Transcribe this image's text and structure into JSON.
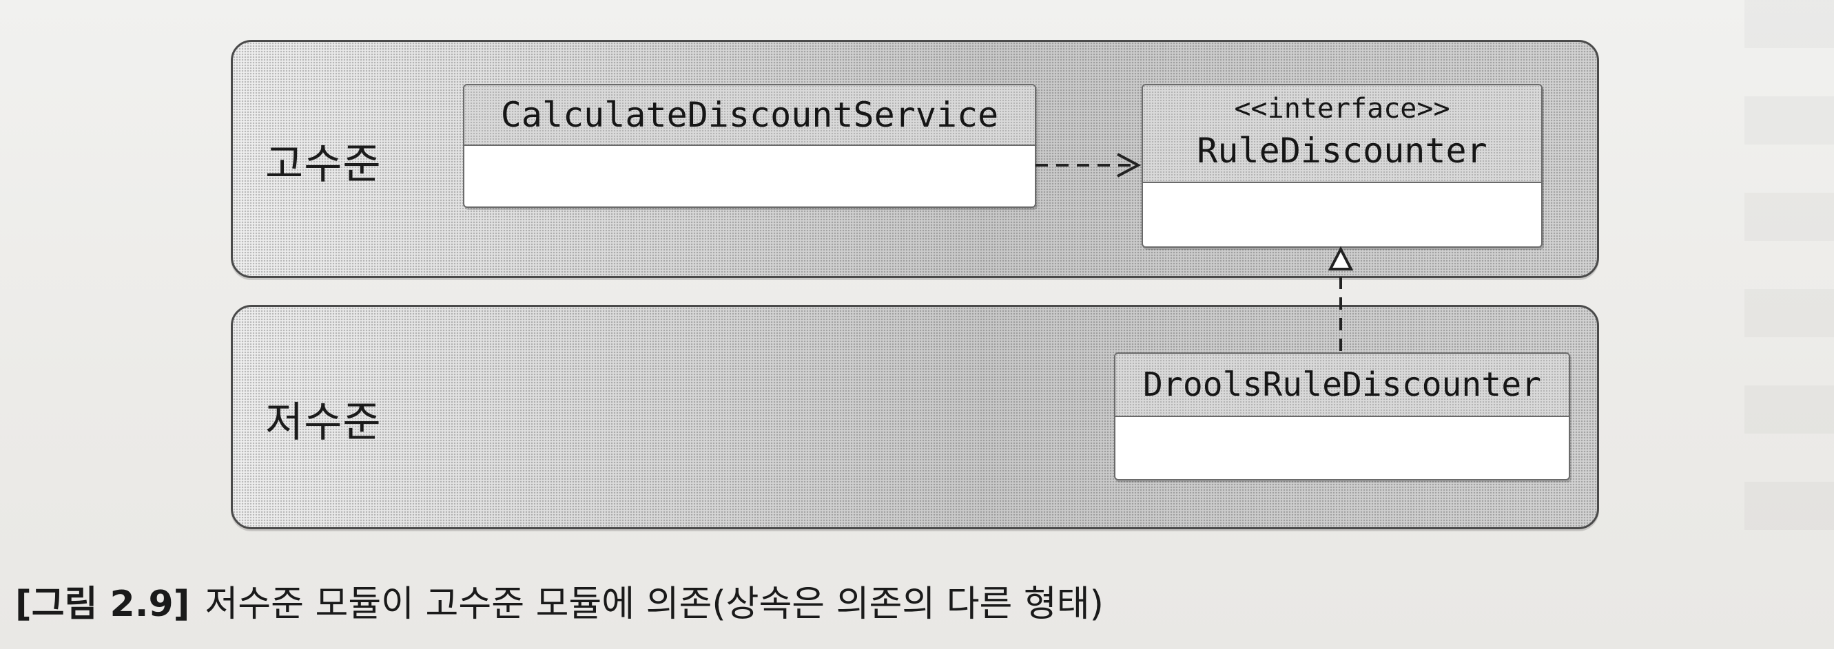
{
  "layers": {
    "high": {
      "label": "고수준"
    },
    "low": {
      "label": "저수준"
    }
  },
  "classes": {
    "calculate_discount_service": {
      "name": "CalculateDiscountService"
    },
    "rule_discounter": {
      "stereotype": "<<interface>>",
      "name": "RuleDiscounter"
    },
    "drools_rule_discounter": {
      "name": "DroolsRuleDiscounter"
    }
  },
  "relations": [
    {
      "from": "CalculateDiscountService",
      "to": "RuleDiscounter",
      "type": "dependency"
    },
    {
      "from": "DroolsRuleDiscounter",
      "to": "RuleDiscounter",
      "type": "realization"
    }
  ],
  "caption": {
    "figure_label": "[그림 2.9]",
    "text": "저수준 모듈이 고수준 모듈에 의존(상속은 의존의 다른 형태)"
  }
}
